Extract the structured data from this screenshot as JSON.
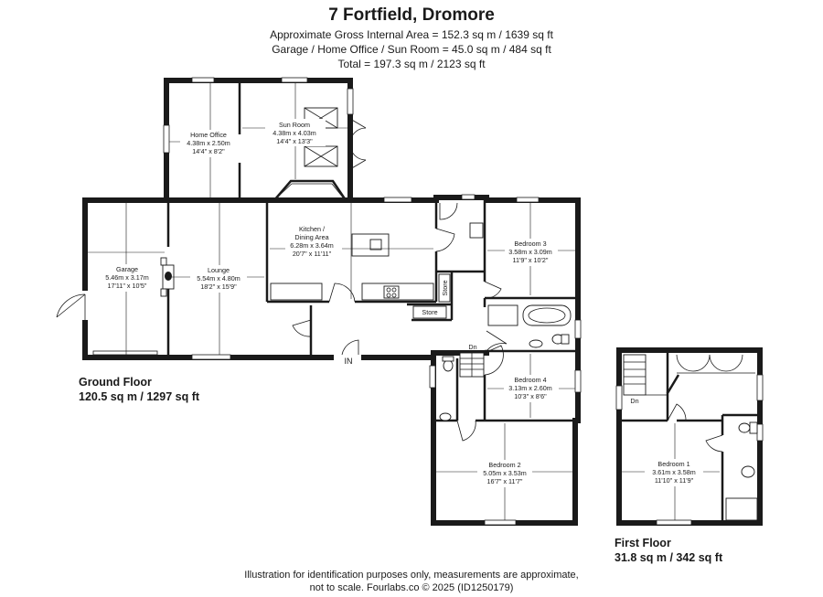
{
  "header": {
    "title": "7 Fortfield, Dromore",
    "line1": "Approximate Gross Internal Area = 152.3 sq m / 1639 sq ft",
    "line2": "Garage / Home Office / Sun Room = 45.0 sq m / 484 sq ft",
    "line3": "Total = 197.3 sq m / 2123 sq ft"
  },
  "ground_floor": {
    "label": "Ground Floor",
    "area": "120.5 sq m / 1297 sq ft",
    "entrance": "IN",
    "rooms": {
      "home_office": {
        "name": "Home Office",
        "metric": "4.38m x 2.50m",
        "imperial": "14'4\" x 8'2\""
      },
      "sun_room": {
        "name": "Sun Room",
        "metric": "4.38m x 4.03m",
        "imperial": "14'4\" x 13'3\""
      },
      "garage": {
        "name": "Garage",
        "metric": "5.46m x 3.17m",
        "imperial": "17'11\" x 10'5\""
      },
      "lounge": {
        "name": "Lounge",
        "metric": "5.54m x 4.80m",
        "imperial": "18'2\" x 15'9\""
      },
      "kitchen": {
        "name1": "Kitchen /",
        "name2": "Dining Area",
        "metric": "6.28m x 3.64m",
        "imperial": "20'7\" x 11'11\""
      },
      "bedroom3": {
        "name": "Bedroom 3",
        "metric": "3.58m x 3.09m",
        "imperial": "11'9\" x 10'2\""
      },
      "bedroom4": {
        "name": "Bedroom 4",
        "metric": "3.13m x 2.60m",
        "imperial": "10'3\" x 8'6\""
      },
      "bedroom2": {
        "name": "Bedroom 2",
        "metric": "5.05m x 3.53m",
        "imperial": "16'7\" x 11'7\""
      },
      "store1": "Store",
      "store2": "Store",
      "stairs": "Dn"
    }
  },
  "first_floor": {
    "label": "First Floor",
    "area": "31.8 sq m / 342 sq ft",
    "stairs": "Dn",
    "bedroom1": {
      "name": "Bedroom 1",
      "metric": "3.61m x 3.58m",
      "imperial": "11'10\" x 11'9\""
    }
  },
  "footer": {
    "line1": "Illustration for identification purposes only, measurements are approximate,",
    "line2": "not to scale. Fourlabs.co © 2025 (ID1250179)"
  }
}
